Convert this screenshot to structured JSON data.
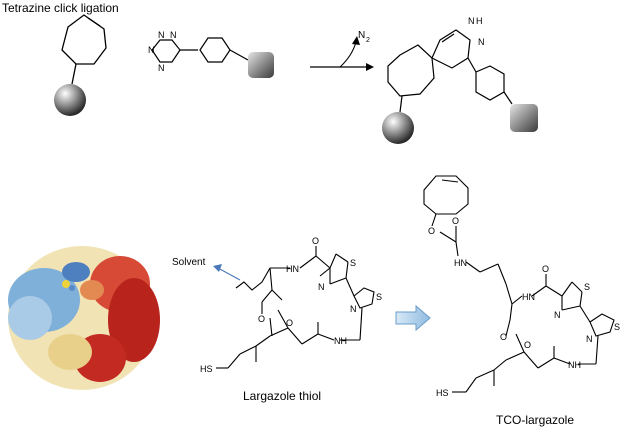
{
  "title": "Tetrazine click ligation",
  "byproduct": "N",
  "byproduct_sub": "2",
  "tetrazine_atoms": [
    "N",
    "N",
    "N",
    "N"
  ],
  "pyridazine_atoms": [
    "N",
    "H",
    "N"
  ],
  "solvent_label": "Solvent",
  "thiol_atoms": {
    "hn": "HN",
    "n1": "N",
    "s1": "S",
    "s2": "S",
    "n2": "N",
    "o1": "O",
    "o2": "O",
    "o3": "O",
    "nh": "NH",
    "hs": "HS"
  },
  "tco_atoms": {
    "o1": "O",
    "o2": "O",
    "hn": "HN",
    "hn2": "HN",
    "n1": "N",
    "s1": "S",
    "s2": "S",
    "n2": "N",
    "o3": "O",
    "o4": "O",
    "o5": "O",
    "nh": "NH",
    "hs": "HS"
  },
  "caption_thiol": "Largazole thiol",
  "caption_tco": "TCO-largazole",
  "colors": {
    "ink": "#000000",
    "arrow_blue": "#9fc6e6",
    "arrow_stroke": "#6a9cc8",
    "solvent_arrow": "#4a78b8"
  }
}
